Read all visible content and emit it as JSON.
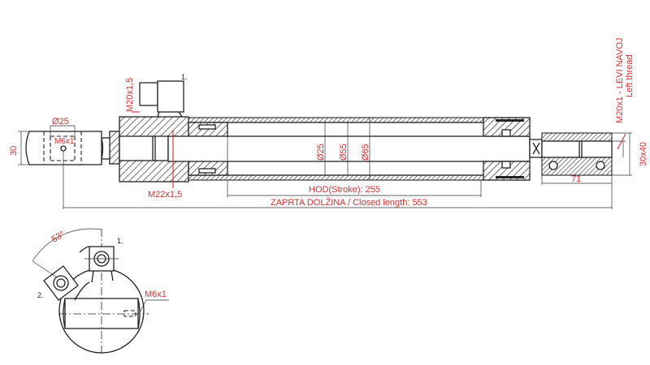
{
  "drawing": {
    "title": "Hydraulic cylinder technical drawing",
    "colors": {
      "dimension": "#d0312d",
      "outline": "#222222",
      "background": "#ffffff"
    },
    "callouts": {
      "port_1_label": "1.",
      "port_2_label": "2.",
      "port_thread": "M20x1,5",
      "gland_thread": "M22x1,5",
      "eye_hole_diameter": "Ø25",
      "eye_grease_thread": "M6x1",
      "eye_width": "30",
      "rod_diameter": "Ø25",
      "piston_diameter": "Ø55",
      "tube_outer_diameter": "Ø65",
      "stroke": "HOD(Stroke): 255",
      "closed_length": "ZAPRTA DOLŽINA / Closed length: 553",
      "rod_end_thread_line1": "M20x1 - LEVI NAVOJ",
      "rod_end_thread_line2": "Left thread",
      "rod_end_size": "30x40",
      "rod_end_length": "71"
    },
    "side_view": {
      "angle": "53°",
      "port_1_label": "1.",
      "port_2_label": "2.",
      "grease_thread": "M6x1"
    }
  }
}
